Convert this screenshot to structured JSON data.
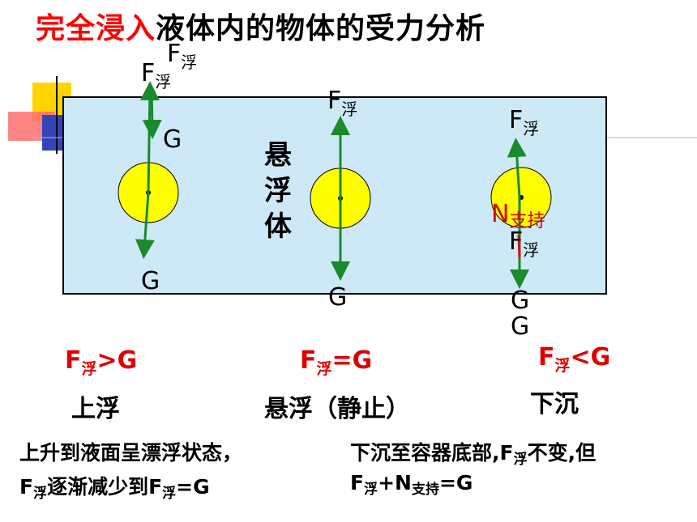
{
  "title": {
    "highlight": "完全浸入",
    "rest": "液体内的物体的受力分析"
  },
  "labels": {
    "F": "F",
    "fu": "浮",
    "G": "G",
    "N": "N",
    "zhichi": "支持"
  },
  "middle_vertical": "悬浮体",
  "conditions": {
    "left": {
      "f": "F",
      "s": "浮",
      "rel": ">G"
    },
    "mid": {
      "f": "F",
      "s": "浮",
      "rel": "=G"
    },
    "right": {
      "f": "F",
      "s": "浮",
      "rel": "<G"
    }
  },
  "captions": {
    "left": "上浮",
    "mid": "悬浮（静止）",
    "right": "下沉"
  },
  "notes": {
    "left_line1": "上升到液面呈漂浮状态，",
    "left_line2_a": "F",
    "left_line2_b": "浮",
    "left_line2_c": "逐渐减少到F",
    "left_line2_d": "浮",
    "left_line2_e": "=G",
    "right_line1_a": "下沉至容器底部,F",
    "right_line1_b": "浮",
    "right_line1_c": "不变,但",
    "right_line2_a": "F",
    "right_line2_b": "浮",
    "right_line2_c": "+N",
    "right_line2_d": "支持",
    "right_line2_e": "=G"
  },
  "colors": {
    "water": "#cde8f7",
    "ball": "#ffff00",
    "arrow": "#1a8a2a",
    "accent": "#ff0000"
  }
}
